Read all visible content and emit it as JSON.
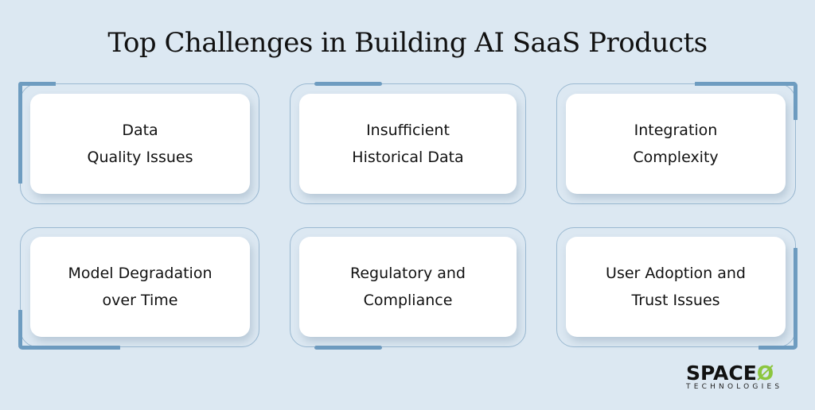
{
  "title": "Top Challenges in Building AI SaaS Products",
  "challenges": [
    {
      "line1": "Data",
      "line2": "Quality Issues"
    },
    {
      "line1": "Insufficient",
      "line2": "Historical Data"
    },
    {
      "line1": "Integration",
      "line2": "Complexity"
    },
    {
      "line1": "Model Degradation",
      "line2": "over Time"
    },
    {
      "line1": "Regulatory and",
      "line2": "Compliance"
    },
    {
      "line1": "User Adoption and",
      "line2": "Trust Issues"
    }
  ],
  "logo": {
    "brand": "SPACE",
    "mark": "Ø",
    "sub": "TECHNOLOGIES"
  },
  "colors": {
    "background": "#dce8f2",
    "accent": "#6e9cc0",
    "logo_green": "#8cc63f"
  }
}
